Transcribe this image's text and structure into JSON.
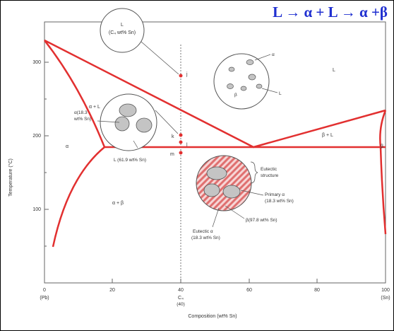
{
  "title": "L → α + L → α +β",
  "colors": {
    "phase_boundary": "#e23030",
    "title": "#1f2fd0",
    "alpha_grain": "#c4c4c4",
    "lamella": "#e07070"
  },
  "axes": {
    "xlabel": "Composition (wt% Sn)",
    "ylabel": "Temperature (°C)",
    "x_ticks": [
      "0",
      "20",
      "40",
      "60",
      "80",
      "100"
    ],
    "x_end_labels": [
      "(Pb)",
      "(Sn)"
    ],
    "y_ticks": [
      "300",
      "200",
      "100"
    ],
    "c4_label": "C₄",
    "c4_sub": "(40)"
  },
  "regions": {
    "L": "L",
    "alpha_L": "α + L",
    "beta_L": "β + L",
    "alpha": "α",
    "beta": "β",
    "alpha_beta": "α + β"
  },
  "points": {
    "j": "j",
    "k": "k",
    "l": "l",
    "m": "m"
  },
  "circles": {
    "liquid": {
      "line1": "L",
      "line2": "(C₄ wt% Sn)"
    },
    "alpha_L": {
      "alpha_comp_1": "α(18.3",
      "alpha_comp_2": "wt% Sn)",
      "liquid_comp": "L (61.9 wt% Sn)"
    },
    "partial": {
      "alpha": "α",
      "L": "L",
      "beta": "β"
    },
    "eutectic": {
      "structure_1": "Eutectic",
      "structure_2": "structure",
      "primary_1": "Primary α",
      "primary_2": "(18.3 wt% Sn)",
      "beta_comp": "β(97.8 wt% Sn)",
      "eut_alpha_1": "Eutectic α",
      "eut_alpha_2": "(18.3 wt% Sn)"
    }
  }
}
